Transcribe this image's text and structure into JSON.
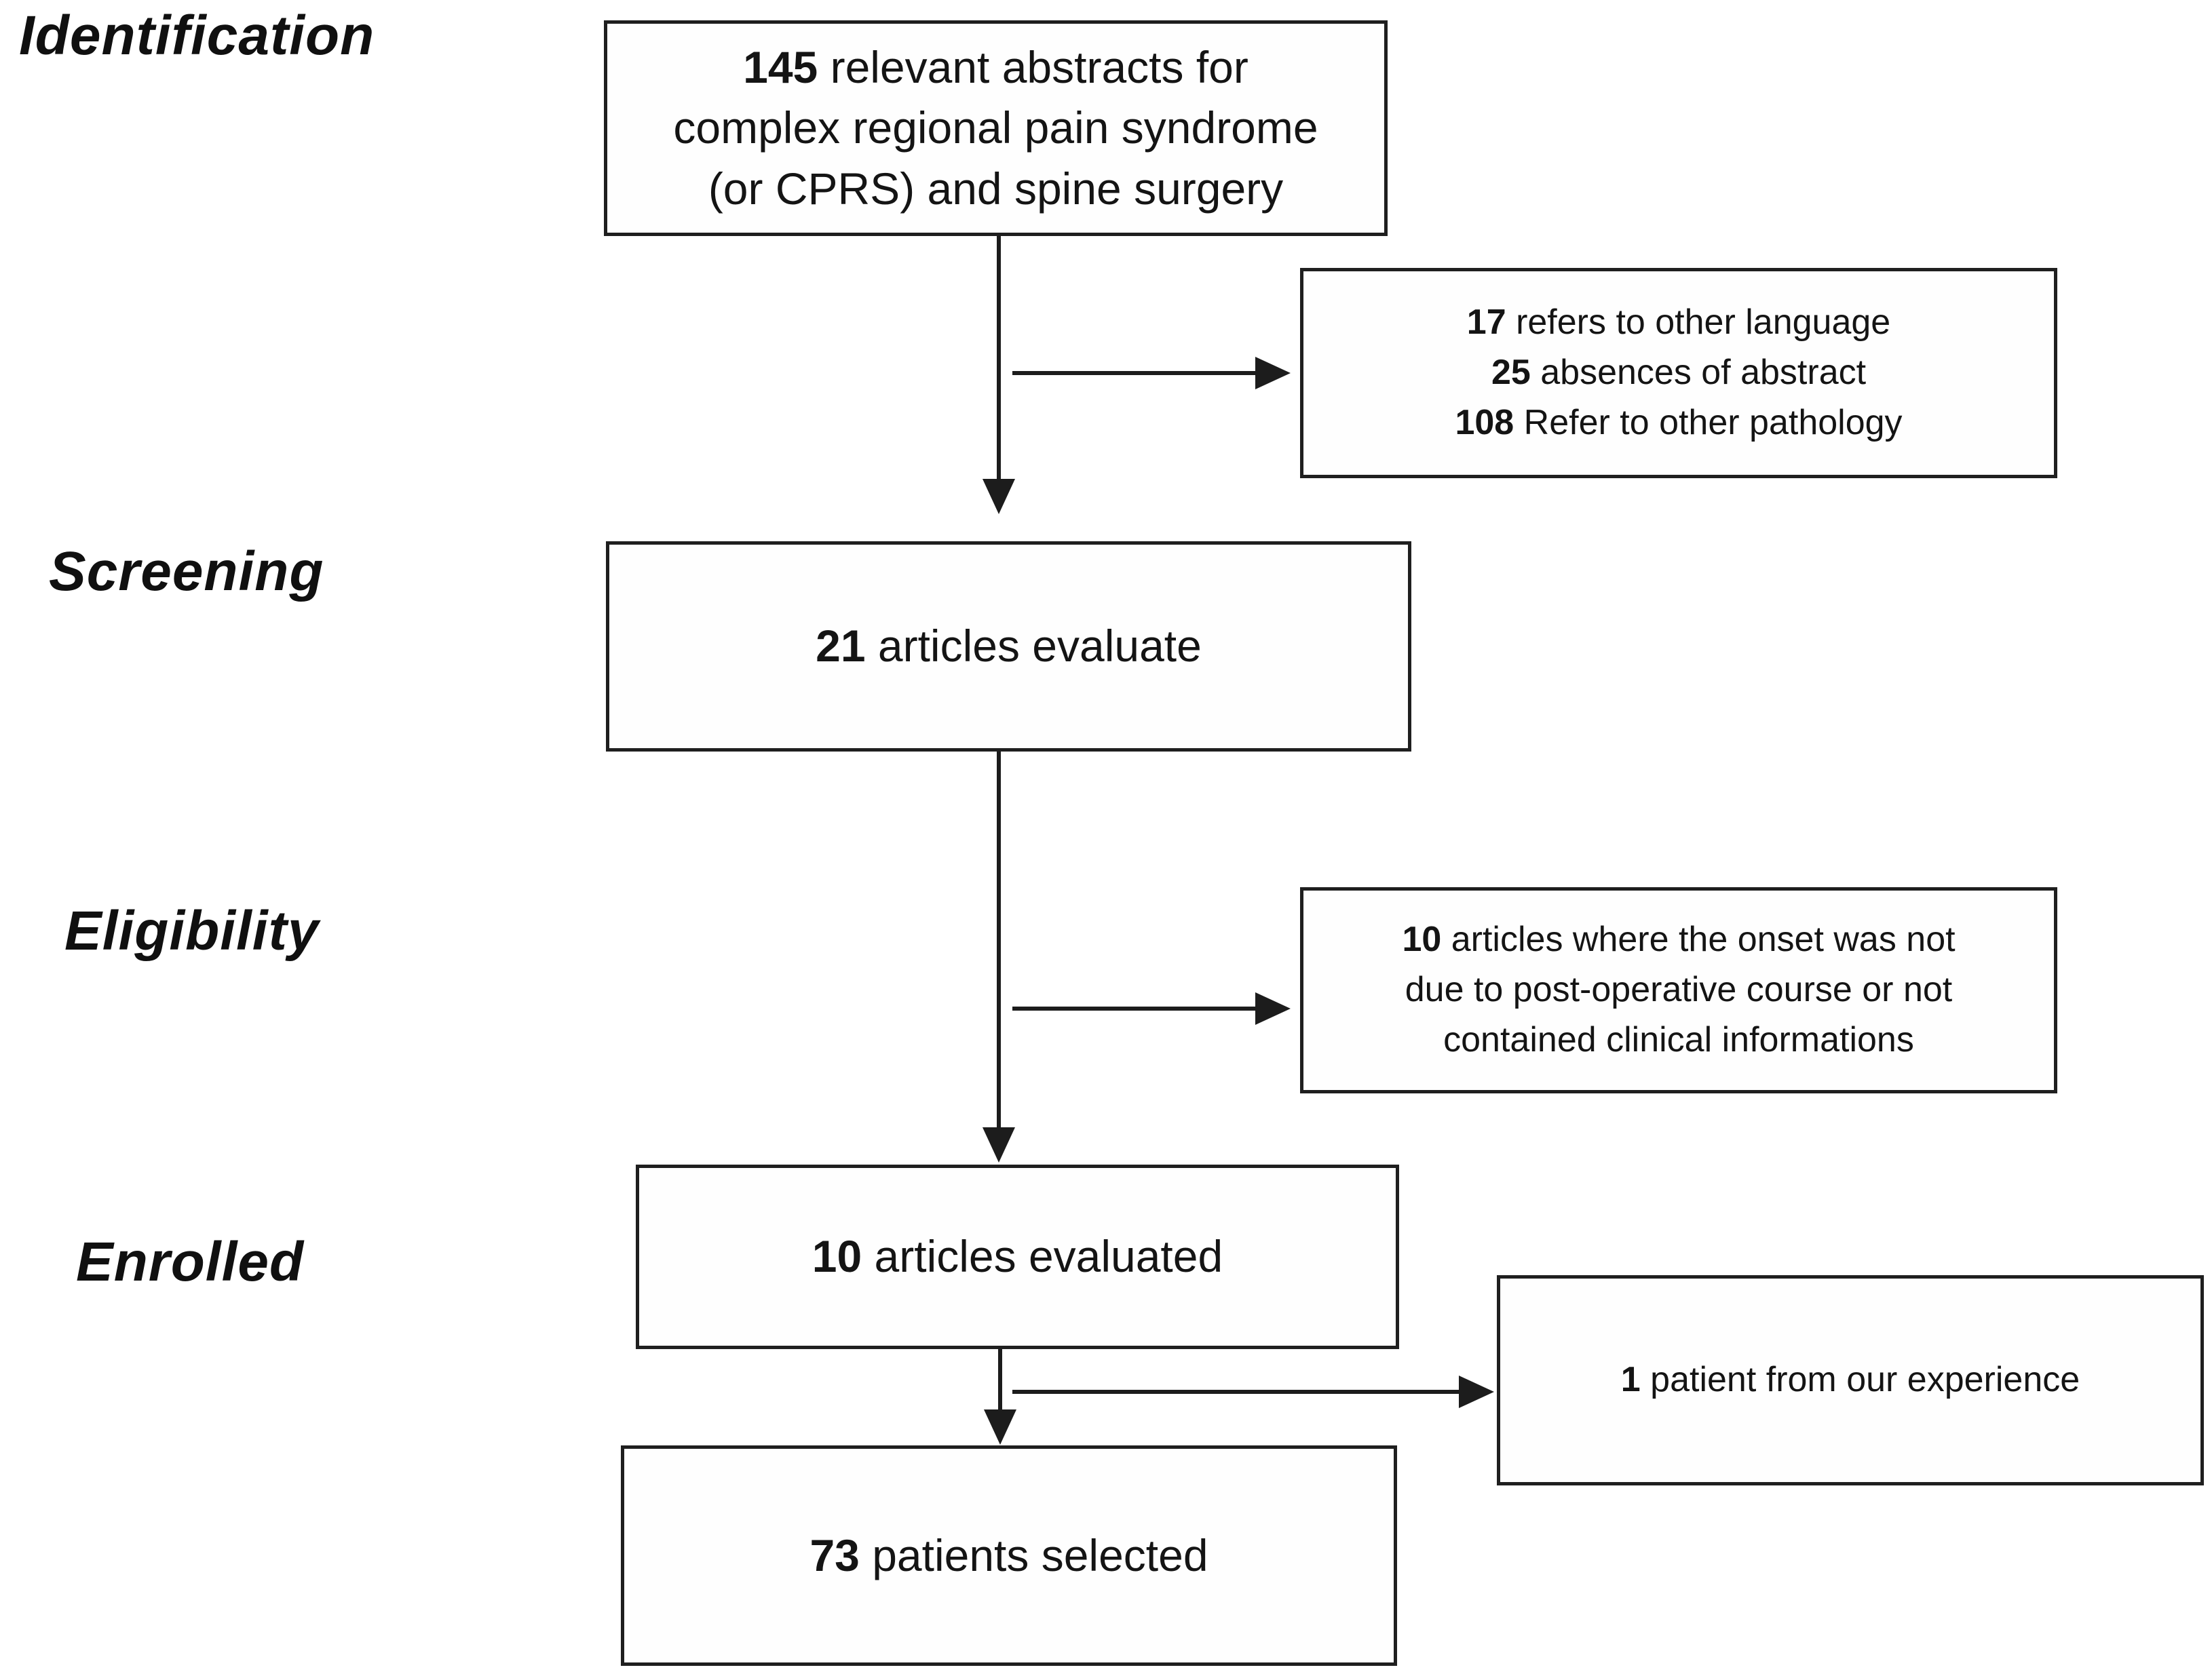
{
  "labels": {
    "identification": "Identification",
    "screening": "Screening",
    "eligibility": "Eligibility",
    "enrolled": "Enrolled"
  },
  "boxes": {
    "abstracts": {
      "lines": [
        {
          "num": "145",
          "text": " relevant abstracts for"
        },
        {
          "num": "",
          "text": "complex regional pain syndrome"
        },
        {
          "num": "",
          "text": "(or CPRS) and spine surgery"
        }
      ]
    },
    "language_exclusions": {
      "lines": [
        {
          "num": "17",
          "text": " refers to other language"
        },
        {
          "num": "25",
          "text": " absences of abstract"
        },
        {
          "num": "108",
          "text": " Refer to other pathology"
        }
      ]
    },
    "screening": {
      "lines": [
        {
          "num": "21",
          "text": " articles evaluate"
        }
      ]
    },
    "eligibility_exclusions": {
      "lines": [
        {
          "num": "10",
          "text": " articles where the onset was not"
        },
        {
          "num": "",
          "text": "due to post-operative course or not"
        },
        {
          "num": "",
          "text": "contained clinical informations"
        }
      ]
    },
    "enrolled": {
      "lines": [
        {
          "num": "10",
          "text": " articles evaluated"
        }
      ]
    },
    "experience": {
      "lines": [
        {
          "num": "1",
          "text": " patient from our experience"
        }
      ]
    },
    "selected": {
      "lines": [
        {
          "num": "73",
          "text": " patients selected"
        }
      ]
    }
  },
  "colors": {
    "background": "#ffffff",
    "line": "#1c1c1c",
    "text": "#141414"
  }
}
